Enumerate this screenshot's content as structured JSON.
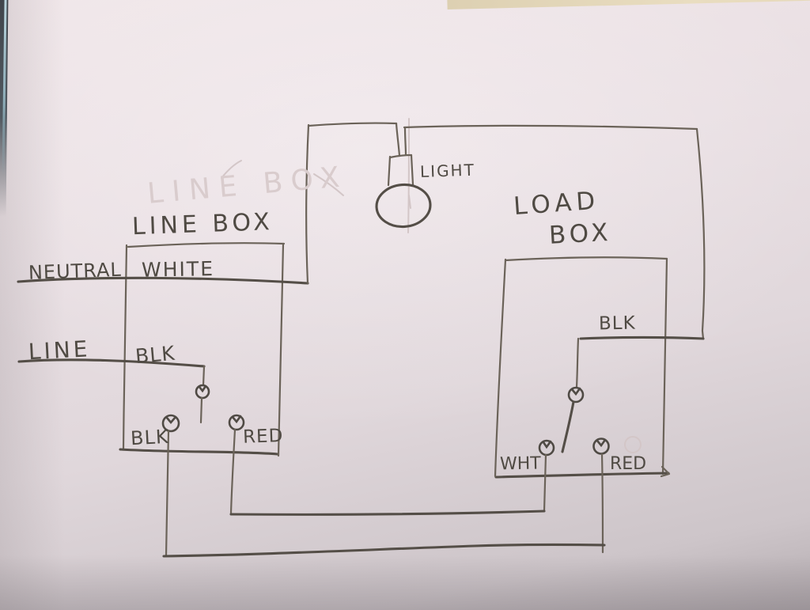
{
  "diagram": {
    "ghost_label": "LINE BOX",
    "light_label": "LIGHT",
    "line_box": {
      "title": "LINE BOX",
      "neutral": "NEUTRAL",
      "white": "WHITE",
      "line": "LINE",
      "blk_wire": "BLK",
      "blk_pigtail": "BLK",
      "red_pigtail": "RED"
    },
    "load_box": {
      "title1": "LOAD",
      "title2": "BOX",
      "blk_wire": "BLK",
      "wht": "WHT",
      "red": "RED"
    },
    "colors": {
      "paper": "#e8dee2",
      "pencil": "#5d564d",
      "pencil_bold": "#4d4841",
      "pencil_faint": "#d6c9ca",
      "table_edge": "#e6dabc",
      "paper_edge_dark": "#3a4047",
      "paper_edge_highlight": "#bfe3ef"
    }
  }
}
